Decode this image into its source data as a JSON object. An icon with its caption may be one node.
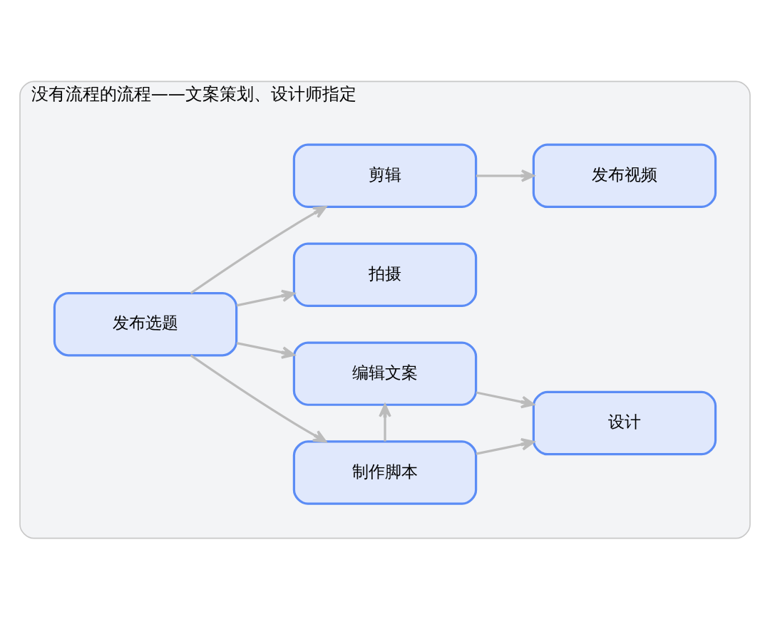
{
  "diagram": {
    "nodes": [
      {
        "text": [
          "没有流程的流程——文案策划、设计师指定"
        ]
      },
      {
        "text": [
          "发布选题"
        ],
        "in": 0
      },
      {
        "text": [
          "制作脚本"
        ],
        "in": 0
      },
      {
        "text": [
          "编辑文案"
        ],
        "in": 0
      },
      {
        "text": [
          "拍摄"
        ],
        "in": 0
      },
      {
        "text": [
          "剪辑"
        ],
        "in": 0
      },
      {
        "text": [
          "设计"
        ],
        "in": 0
      },
      {
        "text": [
          "发布视频"
        ],
        "in": 0
      }
    ],
    "edges": [
      {
        "from": 1,
        "to": 2,
        "arrow": "to"
      },
      {
        "from": 1,
        "to": 3,
        "arrow": "to"
      },
      {
        "from": 1,
        "to": 4,
        "arrow": "to"
      },
      {
        "from": 1,
        "to": 5,
        "arrow": "to"
      },
      {
        "from": 2,
        "to": 6,
        "arrow": "to"
      },
      {
        "from": 2,
        "to": 3,
        "arrow": "to"
      },
      {
        "from": 3,
        "to": 6,
        "arrow": "to"
      },
      {
        "from": 5,
        "to": 7,
        "arrow": "to"
      }
    ]
  }
}
